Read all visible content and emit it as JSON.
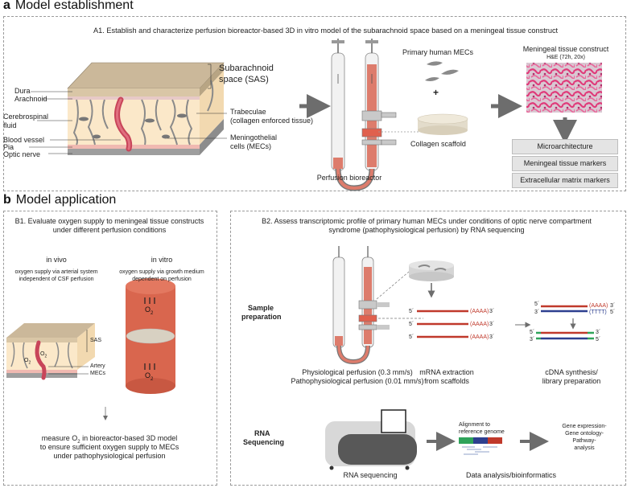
{
  "section_a": {
    "letter": "a",
    "title": "Model establishment",
    "a1_text": "A1. Establish and characterize perfusion bioreactor-based 3D in vitro model of the subarachnoid space based on a meningeal tissue construct",
    "left_labels": [
      "Dura",
      "Arachnoid",
      "Cerebrospinal",
      "fluid",
      "Blood vessel",
      "Pia",
      "Optic nerve"
    ],
    "sas_label_1": "Subarachnoid",
    "sas_label_2": "space (SAS)",
    "trab_label_1": "Trabeculae",
    "trab_label_2": "(collagen enforced tissue)",
    "mec_label_1": "Meningothelial",
    "mec_label_2": "cells (MECs)",
    "bioreactor_label": "Perfusion bioreactor",
    "primary_mecs": "Primary human MECs",
    "plus": "+",
    "collagen_scaffold": "Collagen scaffold",
    "construct_title": "Meningeal tissue construct",
    "construct_sub": "H&E (72h, 20x)",
    "characterization": [
      "Microarchitecture",
      "Meningeal tissue markers",
      "Extracellular matrix markers"
    ]
  },
  "section_b": {
    "letter": "b",
    "title": "Model application",
    "b1_line1": "B1. Evaluate oxygen supply to meningeal tissue constructs",
    "b1_line2": "under different perfusion conditions",
    "invivo_title": "in vivo",
    "invivo_desc_1": "oxygen supply via arterial system",
    "invivo_desc_2": "independent of CSF perfusion",
    "invitro_title": "in vitro",
    "invitro_desc_1": "oxygen supply via growth medium",
    "invitro_desc_2": "dependent on perfusion",
    "sas_small": "SAS",
    "artery": "Artery",
    "mecs_small": "MECs",
    "o2": "O",
    "o2_sub": "2",
    "measure_1": "measure O",
    "measure_sub": "2",
    "measure_1b": " in bioreactor-based 3D model",
    "measure_2": "to ensure sufficient oxygen supply to MECs",
    "measure_3": "under pathophysiological perfusion",
    "b2_line1": "B2. Assess transcriptomic profile of primary human MECs under conditions of optic nerve compartment",
    "b2_line2": "syndrome (pathophysiological perfusion) by RNA sequencing",
    "sample_prep_1": "Sample",
    "sample_prep_2": "preparation",
    "physio": "Physiological perfusion (0.3 mm/s)",
    "patho": "Pathophysiological perfusion (0.01 mm/s)",
    "mrna_1": "mRNA extraction",
    "mrna_2": "from scaffolds",
    "cdna_1": "cDNA synthesis/",
    "cdna_2": "library preparation",
    "strand_5": "5´",
    "strand_3": "3´",
    "polyA": "(AAAA)",
    "polyT": "(TTTT)",
    "rnaseq_1": "RNA",
    "rnaseq_2": "Sequencing",
    "align_1": "Alignment to",
    "align_2": "reference genome",
    "gene_1": "Gene expression-",
    "gene_2": "Gene ontology-",
    "gene_3": "Pathway-",
    "gene_4": "analysis",
    "rna_seq_label": "RNA sequencing",
    "data_analysis": "Data analysis/bioinformatics"
  },
  "colors": {
    "accent_red": "#c0392b",
    "tissue_pink": "#e8679a",
    "arrow_gray": "#6d6d6d"
  }
}
